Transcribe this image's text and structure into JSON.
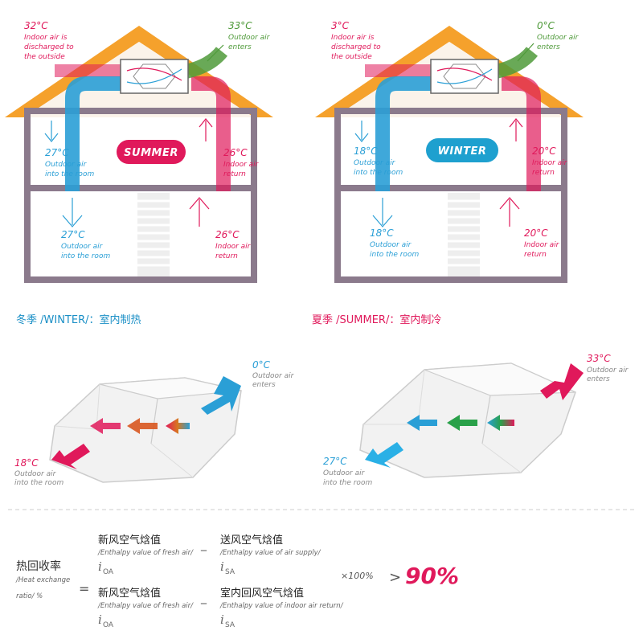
{
  "colors": {
    "red": "#e0195b",
    "blue": "#2a9fd6",
    "green": "#4f9a3a",
    "orange": "#f5a12c",
    "wall": "#8b7a8c"
  },
  "house_summer": {
    "pill": "SUMMER",
    "exhaust": {
      "temp": "32°C",
      "lines": [
        "Indoor air is",
        "discharged to",
        "the outside"
      ]
    },
    "intake": {
      "temp": "33°C",
      "lines": [
        "Outdoor air",
        "enters"
      ]
    },
    "upper_supply": {
      "temp": "27°C",
      "lines": [
        "Outdoor air",
        "into the room"
      ]
    },
    "upper_return": {
      "temp": "26°C",
      "lines": [
        "Indoor air",
        "return"
      ]
    },
    "lower_supply": {
      "temp": "27°C",
      "lines": [
        "Outdoor air",
        "into the room"
      ]
    },
    "lower_return": {
      "temp": "26°C",
      "lines": [
        "Indoor air",
        "return"
      ]
    }
  },
  "house_winter": {
    "pill": "WINTER",
    "exhaust": {
      "temp": "3°C",
      "lines": [
        "Indoor air is",
        "discharged to",
        "the outside"
      ]
    },
    "intake": {
      "temp": "0°C",
      "lines": [
        "Outdoor air",
        "enters"
      ]
    },
    "upper_supply": {
      "temp": "18°C",
      "lines": [
        "Outdoor air",
        "into the room"
      ]
    },
    "upper_return": {
      "temp": "20°C",
      "lines": [
        "Indoor air",
        "return"
      ]
    },
    "lower_supply": {
      "temp": "18°C",
      "lines": [
        "Outdoor air",
        "into the room"
      ]
    },
    "lower_return": {
      "temp": "20°C",
      "lines": [
        "Indoor air",
        "return"
      ]
    }
  },
  "winter_section": {
    "heading": "冬季 /WINTER/：室内制热",
    "in": {
      "temp": "0°C",
      "lines": [
        "Outdoor air",
        "enters"
      ]
    },
    "out": {
      "temp": "18°C",
      "lines": [
        "Outdoor air",
        "into the room"
      ]
    }
  },
  "summer_section": {
    "heading": "夏季 /SUMMER/：室内制冷",
    "in": {
      "temp": "33°C",
      "lines": [
        "Outdoor air",
        "enters"
      ]
    },
    "out": {
      "temp": "27°C",
      "lines": [
        "Outdoor air",
        "into the room"
      ]
    }
  },
  "formula": {
    "label_cn": "热回收率",
    "label_en_lines": [
      "/Heat exchange",
      "ratio/ %"
    ],
    "equals": "=",
    "num_left_cn": "新风空气焓值",
    "num_left_en": "/Enthalpy value of fresh air/",
    "num_left_sym": "i",
    "num_left_sub": "OA",
    "minus_top": "_",
    "num_right_cn": "送风空气焓值",
    "num_right_en": "/Enthalpy value of air supply/",
    "num_right_sym": "i",
    "num_right_sub": "SA",
    "den_left_cn": "新风空气焓值",
    "den_left_en": "/Enthalpy value of fresh air/",
    "den_left_sym": "i",
    "den_left_sub": "OA",
    "minus_bottom": "_",
    "den_right_cn": "室内回风空气焓值",
    "den_right_en": "/Enthalpy value of indoor air return/",
    "den_right_sym": "i",
    "den_right_sub": "SA",
    "times": "×100%",
    "gt": ">",
    "result": "90%"
  }
}
